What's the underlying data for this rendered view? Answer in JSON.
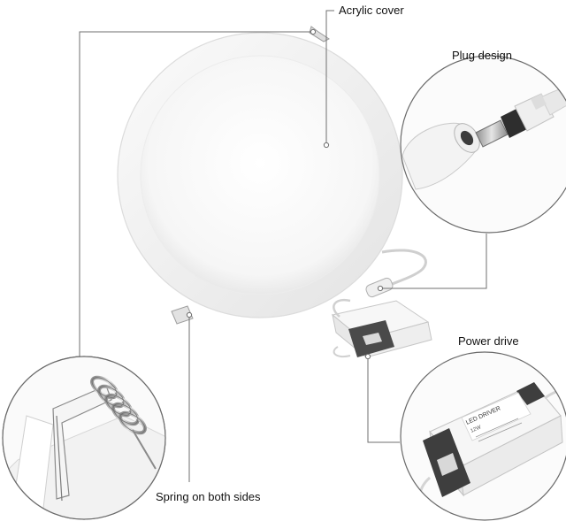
{
  "callouts": {
    "acrylic_cover": "Acrylic cover",
    "plug_design": "Plug design",
    "power_drive": "Power drive",
    "spring": "Spring on both sides"
  },
  "driver_label": {
    "title": "LED DRIVER",
    "line1": "12W"
  },
  "colors": {
    "line": "#6f6f6f",
    "panel": "#f4f4f4",
    "panel_rim": "#e6e6e6",
    "driver_body": "#f2f2f2",
    "driver_cap": "#3e3e3e",
    "metal": "#b9b9b9"
  }
}
